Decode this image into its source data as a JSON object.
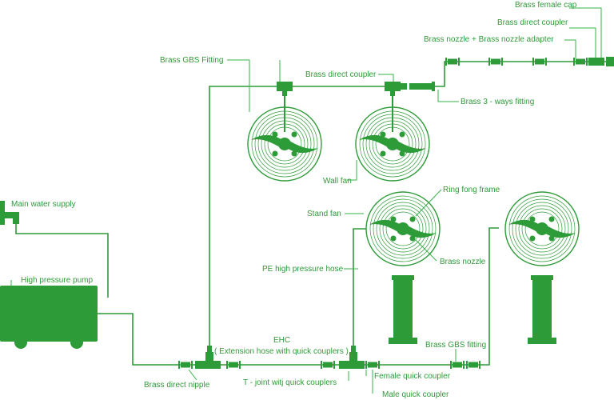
{
  "colors": {
    "primary": "#2e9b39",
    "leader": "#36b34a",
    "background": "#ffffff"
  },
  "labels": {
    "brass_female_cap": "Brass female cap",
    "brass_direct_coupler_top": "Brass direct coupler",
    "brass_nozzle_adapter": "Brass nozzle + Brass nozzle adapter",
    "brass_gbs_fitting_top": "Brass GBS Fitting",
    "brass_direct_coupler_mid": "Brass direct coupler",
    "brass_3_ways_fitting": "Brass 3 - ways fitting",
    "wall_fan": "Wall fan",
    "ring_fong_frame": "Ring fong frame",
    "stand_fan": "Stand fan",
    "main_water_supply": "Main water supply",
    "pe_high_pressure_hose": "PE high pressure hose",
    "brass_nozzle": "Brass nozzle",
    "high_pressure_pump": "High pressure pump",
    "ehc_line1": "EHC",
    "ehc_line2": "( Extension hose with quick couplers )",
    "brass_gbs_fitting_bottom": "Brass GBS fitting",
    "brass_direct_nipple": "Brass direct nipple",
    "t_joint": "T - joint witj quick couplers",
    "female_quick_coupler": "Female quick coupler",
    "male_quick_coupler": "Male quick coupler"
  }
}
